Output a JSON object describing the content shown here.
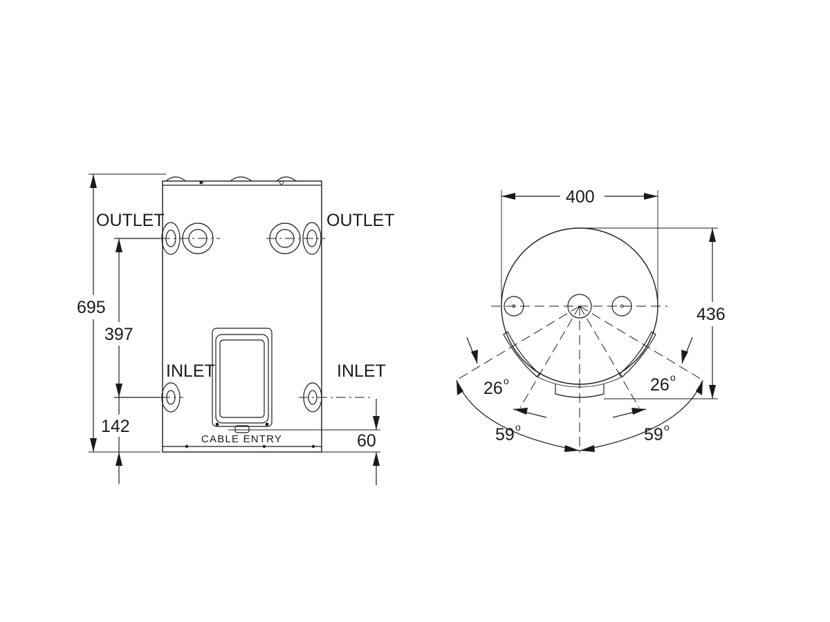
{
  "front_view": {
    "outlet_left_label": "OUTLET",
    "outlet_right_label": "OUTLET",
    "inlet_left_label": "INLET",
    "inlet_right_label": "INLET",
    "cable_entry_label": "CABLE ENTRY",
    "dim_height": "695",
    "dim_outlet_to_inlet": "397",
    "dim_inlet_height": "142",
    "dim_cable_entry": "60"
  },
  "top_view": {
    "dim_width": "400",
    "dim_depth": "436",
    "angle_inner_left": "26",
    "angle_inner_right": "26",
    "angle_outer_left": "59",
    "angle_outer_right": "59",
    "degree_mark": "o"
  }
}
